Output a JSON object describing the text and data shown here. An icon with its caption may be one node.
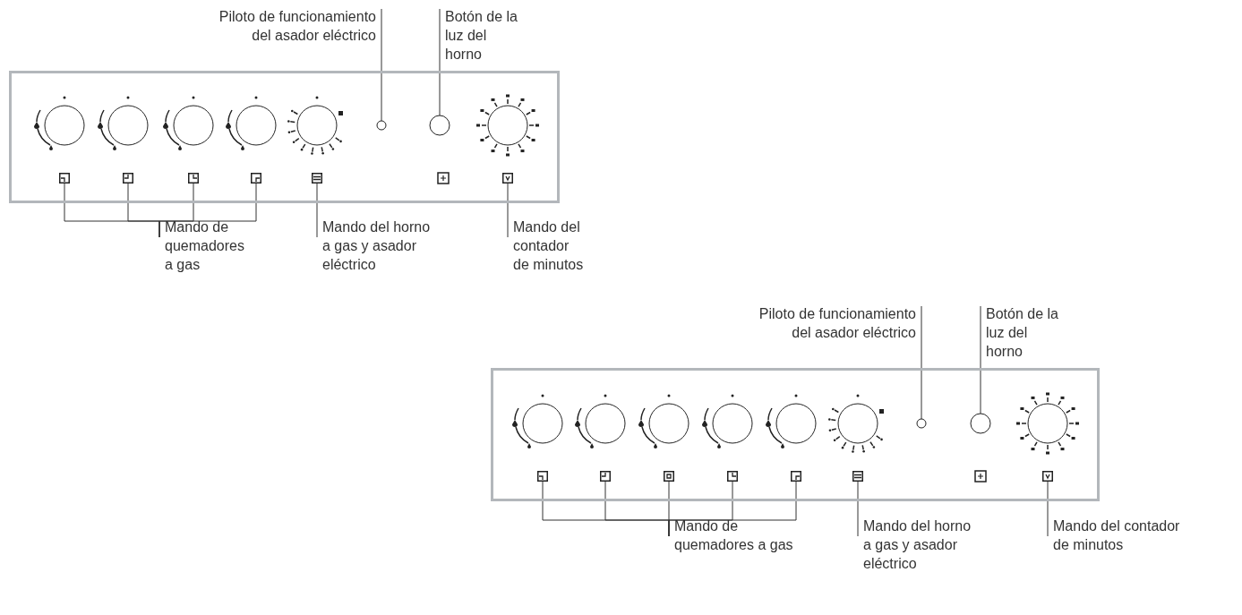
{
  "diagram": {
    "nodes": [
      {
        "text": [
          "Piloto de funcionamiento del asador eléctrico"
        ]
      },
      {
        "text": [
          "Botón de la luz del horno"
        ]
      },
      {
        "text": [],
        "shape": "box"
      },
      {
        "text": [],
        "shape": "box",
        "in": 2
      },
      {
        "text": [],
        "shape": "box",
        "in": 2
      },
      {
        "text": [],
        "shape": "box",
        "in": 2
      },
      {
        "text": [],
        "shape": "box",
        "in": 2
      },
      {
        "text": [],
        "shape": "box",
        "in": 2
      },
      {
        "text": [],
        "shape": "circle",
        "in": 2
      },
      {
        "text": [],
        "shape": "circle",
        "in": 2
      },
      {
        "text": [],
        "shape": "box",
        "in": 2
      },
      {
        "text": [
          "Mando de quemadores a gas"
        ]
      },
      {
        "text": [
          "Mando del horno a gas y asador eléctrico"
        ]
      },
      {
        "text": [
          "Mando del contador de minutos"
        ]
      },
      {
        "text": [
          "Piloto de funcionamiento del asador eléctrico"
        ]
      },
      {
        "text": [
          "Botón de la luz del horno"
        ]
      },
      {
        "text": [],
        "shape": "box"
      },
      {
        "text": [],
        "shape": "box",
        "in": 16
      },
      {
        "text": [],
        "shape": "box",
        "in": 16
      },
      {
        "text": [],
        "shape": "box",
        "in": 16
      },
      {
        "text": [],
        "shape": "box",
        "in": 16
      },
      {
        "text": [],
        "shape": "box",
        "in": 16
      },
      {
        "text": [],
        "shape": "box",
        "in": 16
      },
      {
        "text": [],
        "shape": "circle",
        "in": 16
      },
      {
        "text": [],
        "shape": "circle",
        "in": 16
      },
      {
        "text": [],
        "shape": "box",
        "in": 16
      },
      {
        "text": [
          "Mando de quemadores a gas"
        ]
      },
      {
        "text": [
          "Mando del horno a gas y asador eléctrico"
        ]
      },
      {
        "text": [
          "Mando del contador de minutos"
        ]
      }
    ],
    "edges": [
      {
        "from": 0,
        "to": 8,
        "arrow": "none"
      },
      {
        "from": 1,
        "to": 9,
        "arrow": "none"
      },
      {
        "from": 11,
        "to": 3,
        "arrow": "none"
      },
      {
        "from": 11,
        "to": 4,
        "arrow": "none"
      },
      {
        "from": 11,
        "to": 5,
        "arrow": "none"
      },
      {
        "from": 11,
        "to": 6,
        "arrow": "none"
      },
      {
        "from": 12,
        "to": 7,
        "arrow": "none"
      },
      {
        "from": 13,
        "to": 10,
        "arrow": "none"
      },
      {
        "from": 14,
        "to": 23,
        "arrow": "none"
      },
      {
        "from": 15,
        "to": 24,
        "arrow": "none"
      },
      {
        "from": 26,
        "to": 17,
        "arrow": "none"
      },
      {
        "from": 26,
        "to": 18,
        "arrow": "none"
      },
      {
        "from": 26,
        "to": 19,
        "arrow": "none"
      },
      {
        "from": 26,
        "to": 20,
        "arrow": "none"
      },
      {
        "from": 26,
        "to": 21,
        "arrow": "none"
      },
      {
        "from": 27,
        "to": 22,
        "arrow": "none"
      },
      {
        "from": 28,
        "to": 25,
        "arrow": "none"
      }
    ]
  }
}
